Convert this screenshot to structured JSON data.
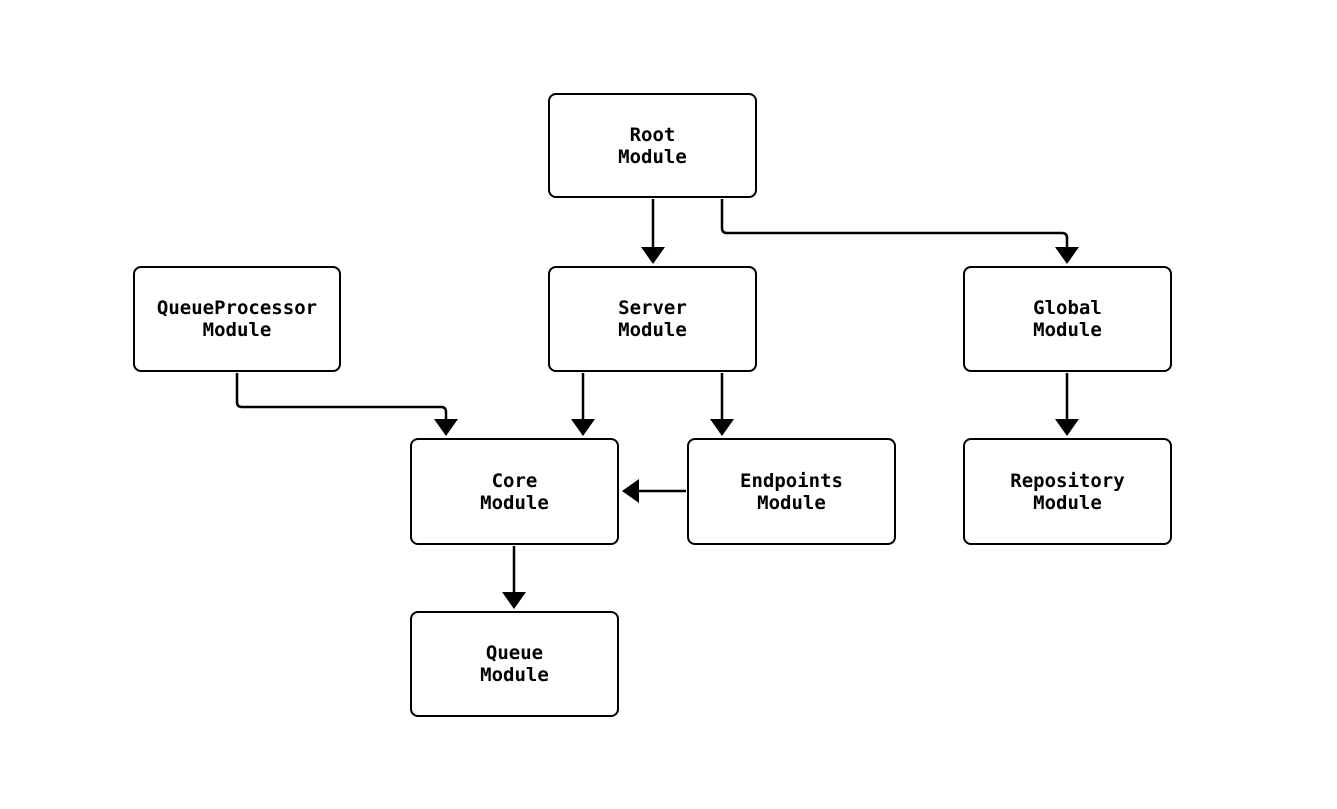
{
  "diagram": {
    "type": "module-dependency-flowchart",
    "background_color": "#ffffff",
    "line_color": "#000000",
    "text_color": "#000000",
    "nodes": {
      "root": {
        "line1": "Root",
        "line2": "Module"
      },
      "queueprocessor": {
        "line1": "QueueProcessor",
        "line2": "Module"
      },
      "server": {
        "line1": "Server",
        "line2": "Module"
      },
      "global": {
        "line1": "Global",
        "line2": "Module"
      },
      "core": {
        "line1": "Core",
        "line2": "Module"
      },
      "endpoints": {
        "line1": "Endpoints",
        "line2": "Module"
      },
      "repository": {
        "line1": "Repository",
        "line2": "Module"
      },
      "queue": {
        "line1": "Queue",
        "line2": "Module"
      }
    },
    "edges": [
      {
        "from": "Root Module",
        "to": "Server Module"
      },
      {
        "from": "Root Module",
        "to": "Global Module"
      },
      {
        "from": "QueueProcessor Module",
        "to": "Core Module"
      },
      {
        "from": "Server Module",
        "to": "Core Module"
      },
      {
        "from": "Server Module",
        "to": "Endpoints Module"
      },
      {
        "from": "Endpoints Module",
        "to": "Core Module"
      },
      {
        "from": "Core Module",
        "to": "Queue Module"
      },
      {
        "from": "Global Module",
        "to": "Repository Module"
      }
    ]
  }
}
